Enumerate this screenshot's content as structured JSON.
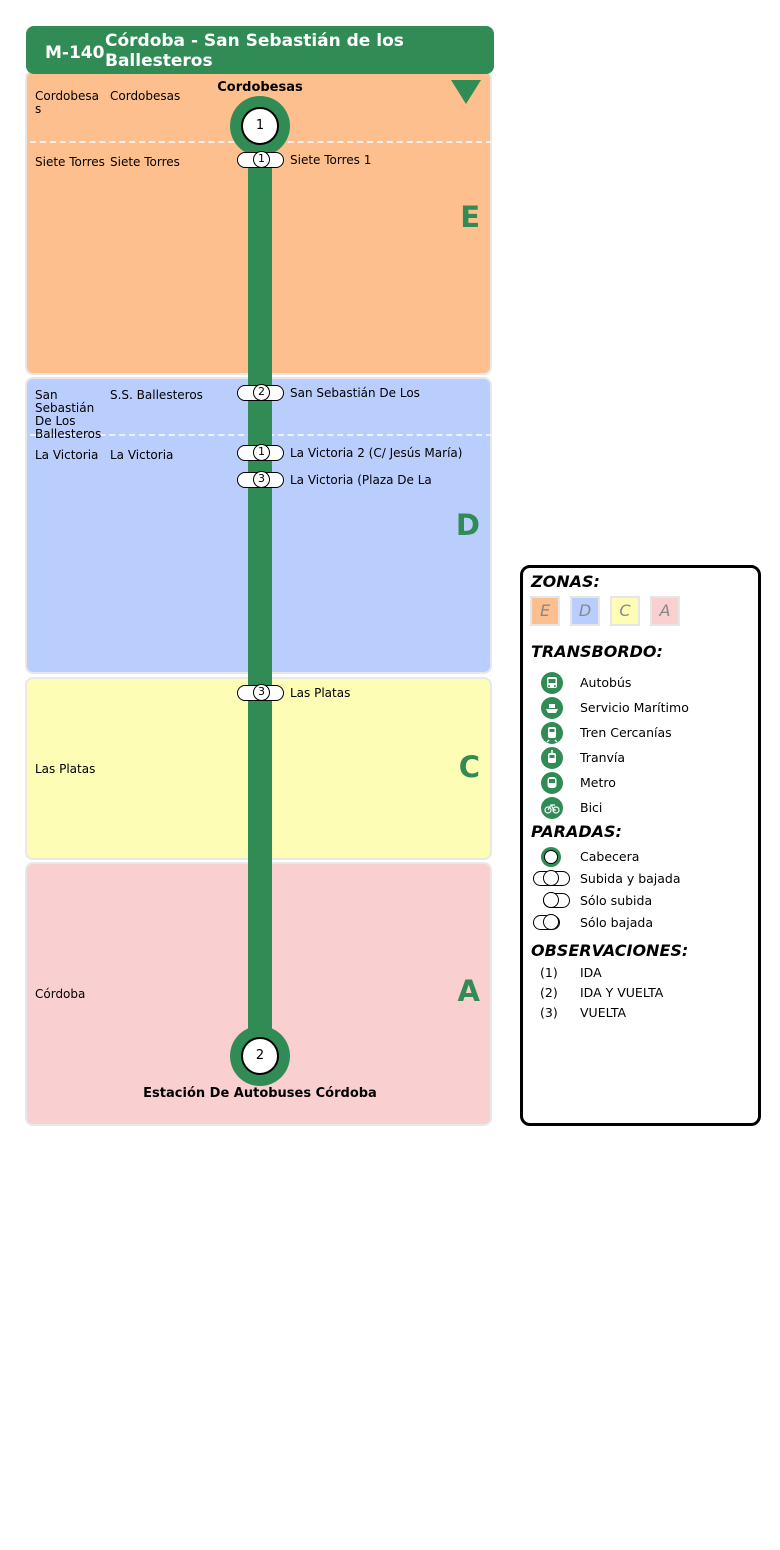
{
  "line": {
    "code": "M-140",
    "name": "Córdoba - San Sebastián de los Ballesteros",
    "color": "#318b55"
  },
  "zones": [
    {
      "letter": "E",
      "color": "#febf8e"
    },
    {
      "letter": "D",
      "color": "#bacefe"
    },
    {
      "letter": "C",
      "color": "#fdfdb6"
    },
    {
      "letter": "A",
      "color": "#f9cfd0"
    }
  ],
  "municipalities": [
    "Cordobesas",
    "Siete Torres",
    "San Sebastián De Los Ballesteros",
    "La Victoria",
    "Las Platas",
    "Córdoba"
  ],
  "localities": [
    "Cordobesas",
    "Siete Torres",
    "S.S. Ballesteros",
    "La Victoria"
  ],
  "terminals": {
    "start": {
      "number": "1",
      "name": "Cordobesas"
    },
    "end": {
      "number": "2",
      "name": "Estación De Autobuses Córdoba"
    }
  },
  "stops": [
    {
      "label": "Siete Torres 1",
      "obs": "1"
    },
    {
      "label": "San Sebastián De Los",
      "obs": "2"
    },
    {
      "label": "La Victoria 2 (C/ Jesús María)",
      "obs": "1"
    },
    {
      "label": "La Victoria (Plaza De La",
      "obs": "3"
    },
    {
      "label": "Las Platas",
      "obs": "3"
    }
  ],
  "legend": {
    "zonas_title": "ZONAS:",
    "zones": [
      "E",
      "D",
      "C",
      "A"
    ],
    "transbordo_title": "TRANSBORDO:",
    "transfers": [
      {
        "icon": "bus-icon",
        "label": "Autobús"
      },
      {
        "icon": "ferry-icon",
        "label": "Servicio Marítimo"
      },
      {
        "icon": "train-icon",
        "label": "Tren Cercanías"
      },
      {
        "icon": "tram-icon",
        "label": "Tranvía"
      },
      {
        "icon": "metro-icon",
        "label": "Metro"
      },
      {
        "icon": "bike-icon",
        "label": "Bici"
      }
    ],
    "paradas_title": "PARADAS:",
    "stop_types": [
      "Cabecera",
      "Subida y bajada",
      "Sólo subida",
      "Sólo bajada"
    ],
    "observaciones_title": "OBSERVACIONES:",
    "observations": [
      {
        "num": "(1)",
        "label": "IDA"
      },
      {
        "num": "(2)",
        "label": "IDA Y VUELTA"
      },
      {
        "num": "(3)",
        "label": "VUELTA"
      }
    ]
  }
}
